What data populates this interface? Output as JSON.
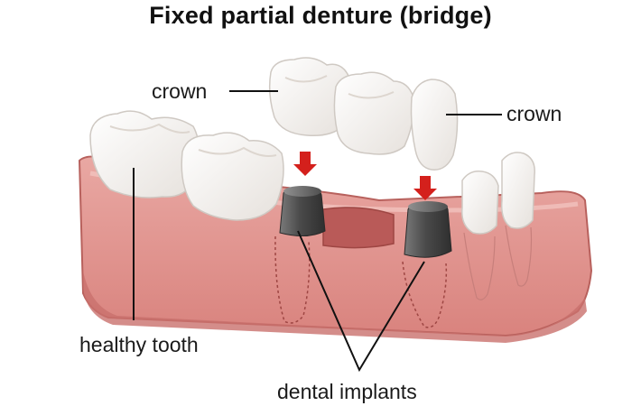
{
  "title": "Fixed partial denture (bridge)",
  "labels": {
    "crown_left": "crown",
    "crown_right": "crown",
    "healthy_tooth": "healthy tooth",
    "dental_implants": "dental implants"
  },
  "colors": {
    "gum": "#e39b97",
    "gum_dark": "#c9716d",
    "tooth": "#f9f7f5",
    "implant": "#5b5b5b",
    "arrow": "#d4201c"
  },
  "icons": [
    "arrow-down-icon",
    "arrow-down-icon"
  ]
}
